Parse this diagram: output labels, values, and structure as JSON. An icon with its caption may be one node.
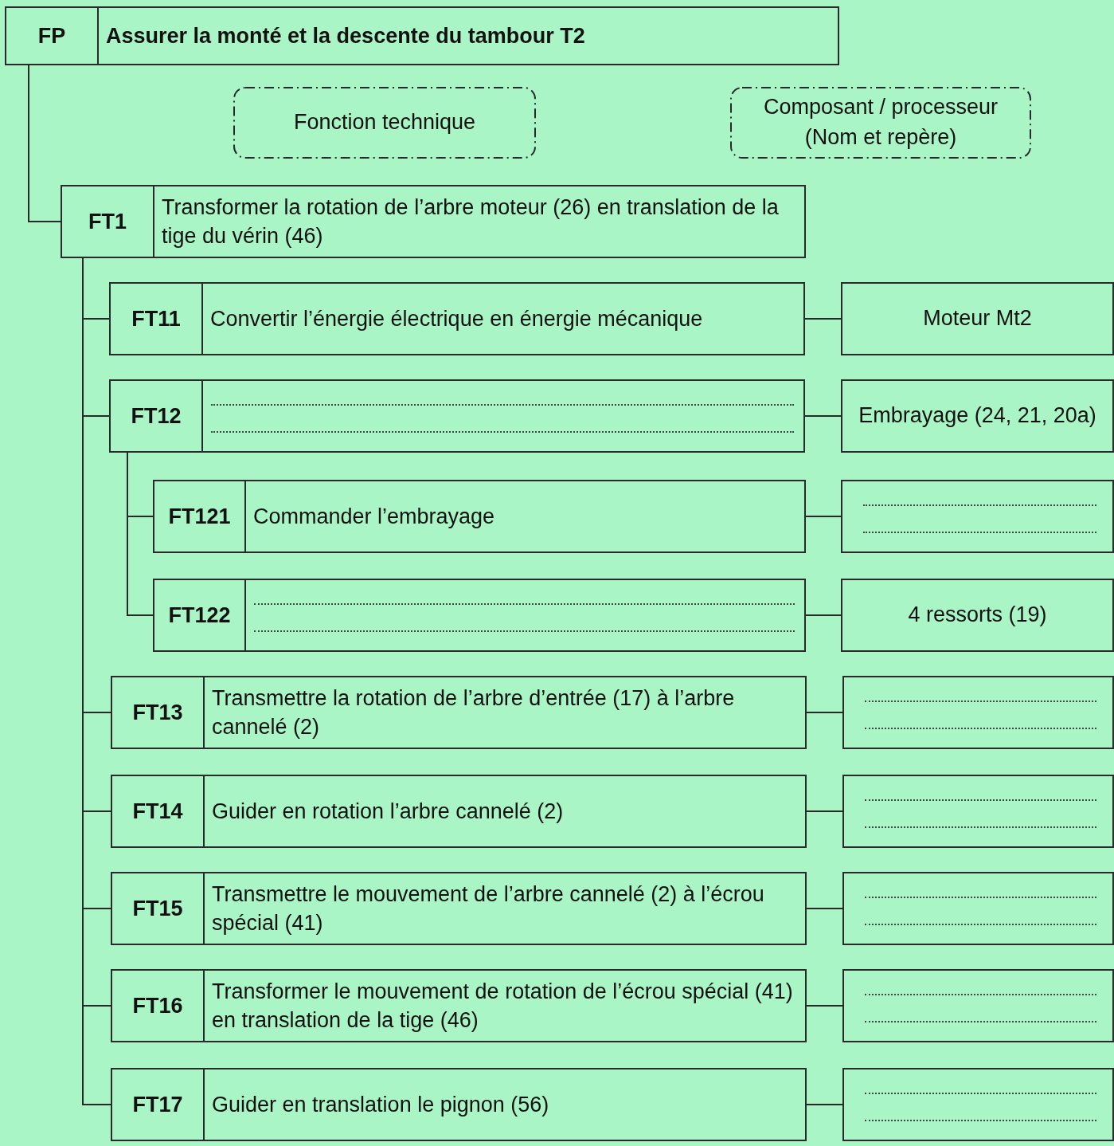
{
  "diagram": {
    "nodes": [
      {
        "text": [
          "FP",
          "Assurer la monté et la descente du tambour T2"
        ]
      },
      {
        "text": [
          "Fonction technique"
        ]
      },
      {
        "text": [
          "Composant / processeur (Nom et repère)"
        ]
      },
      {
        "text": [
          "FT1",
          "Transformer la rotation de l’arbre moteur (26) en translation de la tige du vérin (46)"
        ]
      },
      {
        "text": [
          "FT11",
          "Convertir l’énergie électrique en énergie mécanique"
        ]
      },
      {
        "text": [
          "Moteur Mt2"
        ]
      },
      {
        "text": [
          "FT12"
        ]
      },
      {
        "text": [
          "Embrayage (24, 21, 20a)"
        ]
      },
      {
        "text": [
          "FT121",
          "Commander l’embrayage"
        ]
      },
      {
        "text": [],
        "shape": "box"
      },
      {
        "text": [
          "FT122"
        ]
      },
      {
        "text": [
          "4 ressorts (19)"
        ]
      },
      {
        "text": [
          "FT13",
          "Transmettre la rotation de l’arbre d’entrée (17) à l’arbre cannelé (2)"
        ]
      },
      {
        "text": [],
        "shape": "box"
      },
      {
        "text": [
          "FT14",
          "Guider en rotation l’arbre cannelé (2)"
        ]
      },
      {
        "text": [],
        "shape": "box"
      },
      {
        "text": [
          "FT15",
          "Transmettre le mouvement de l’arbre cannelé (2) à l’écrou spécial (41)"
        ]
      },
      {
        "text": [],
        "shape": "box"
      },
      {
        "text": [
          "FT16",
          "Transformer le mouvement de rotation de l’écrou spécial (41) en translation de la tige (46)"
        ]
      },
      {
        "text": [],
        "shape": "box"
      },
      {
        "text": [
          "FT17",
          "Guider en translation le pignon (56)"
        ]
      },
      {
        "text": [],
        "shape": "box"
      }
    ],
    "edges": [
      {
        "from": 0,
        "to": 3,
        "arrow": "none"
      },
      {
        "from": 3,
        "to": 4,
        "arrow": "none"
      },
      {
        "from": 4,
        "to": 5,
        "arrow": "none"
      },
      {
        "from": 3,
        "to": 6,
        "arrow": "none"
      },
      {
        "from": 6,
        "to": 7,
        "arrow": "none"
      },
      {
        "from": 6,
        "to": 8,
        "arrow": "none"
      },
      {
        "from": 8,
        "to": 9,
        "arrow": "none"
      },
      {
        "from": 6,
        "to": 10,
        "arrow": "none"
      },
      {
        "from": 10,
        "to": 11,
        "arrow": "none"
      },
      {
        "from": 3,
        "to": 12,
        "arrow": "none"
      },
      {
        "from": 12,
        "to": 13,
        "arrow": "none"
      },
      {
        "from": 3,
        "to": 14,
        "arrow": "none"
      },
      {
        "from": 14,
        "to": 15,
        "arrow": "none"
      },
      {
        "from": 3,
        "to": 16,
        "arrow": "none"
      },
      {
        "from": 16,
        "to": 17,
        "arrow": "none"
      },
      {
        "from": 3,
        "to": 18,
        "arrow": "none"
      },
      {
        "from": 18,
        "to": 19,
        "arrow": "none"
      },
      {
        "from": 3,
        "to": 20,
        "arrow": "none"
      },
      {
        "from": 20,
        "to": 21,
        "arrow": "none"
      }
    ]
  }
}
